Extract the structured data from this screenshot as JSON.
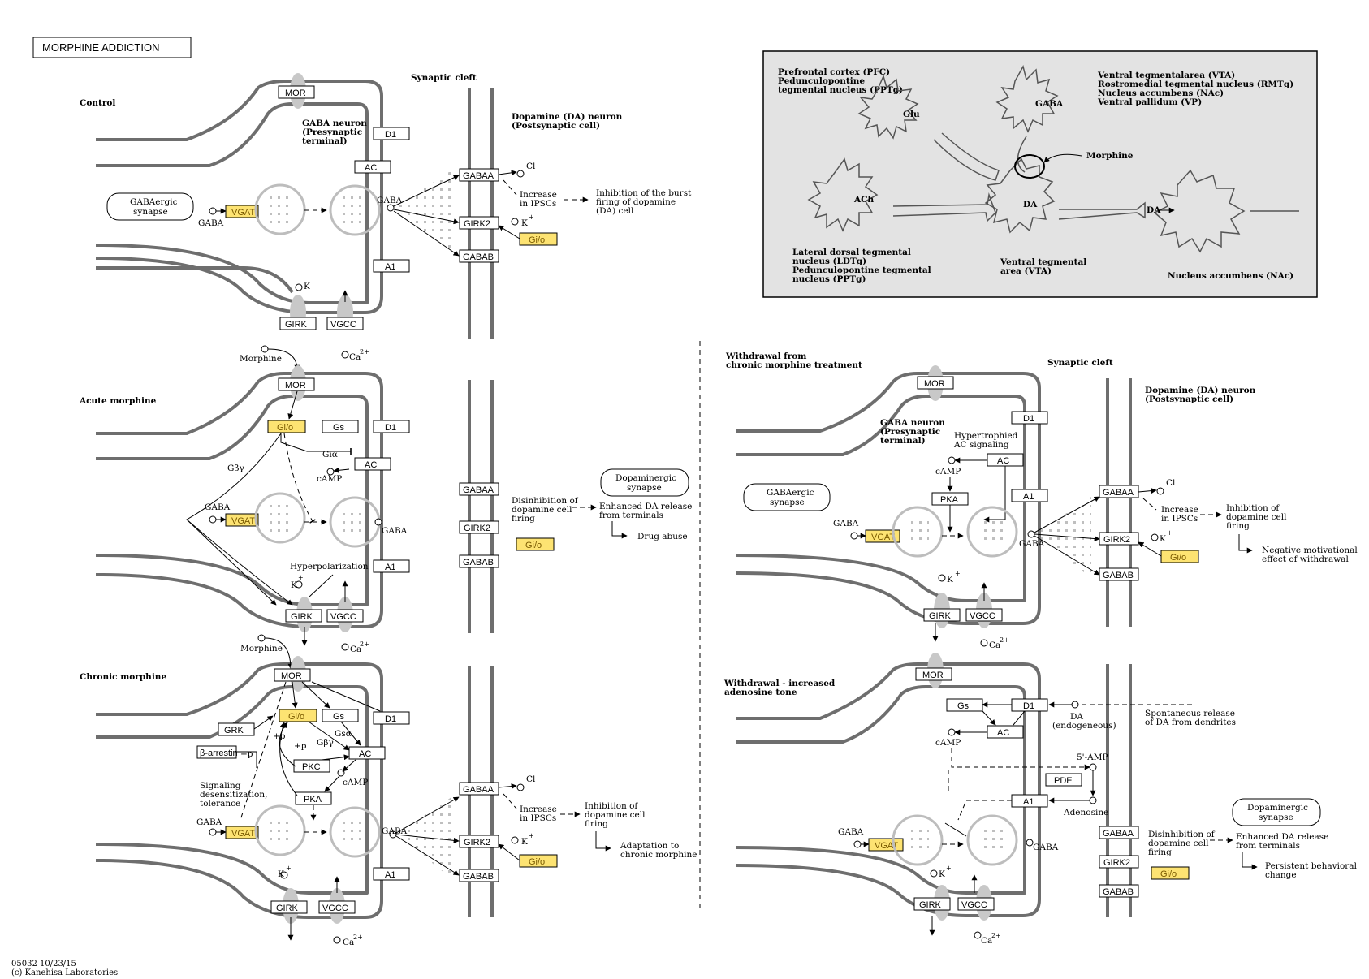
{
  "map_title": "MORPHINE ADDICTION",
  "footer": {
    "map_id": "05032 10/23/15",
    "copyright": "(c) Kanehisa Laboratories"
  },
  "panels": {
    "control": "Control",
    "acute": "Acute morphine",
    "chronic": "Chronic morphine",
    "withdrawal": "Withdrawal from\nchronic morphine treatment",
    "withdrawal_line1": "Withdrawal from",
    "withdrawal_line2": "chronic morphine treatment",
    "adenosine_line1": "Withdrawal - increased",
    "adenosine_line2": "adenosine tone"
  },
  "labels": {
    "synaptic_cleft": "Synaptic cleft",
    "gaba_neuron_1": "GABA neuron",
    "gaba_neuron_2": "(Presynaptic",
    "gaba_neuron_3": "terminal)",
    "da_neuron_1": "Dopamine (DA) neuron",
    "da_neuron_2": "(Postsynaptic cell)",
    "gabaergic_1": "GABAergic",
    "gabaergic_2": "synapse",
    "dopaminergic_1": "Dopaminergic",
    "dopaminergic_2": "synapse",
    "gaba": "GABA",
    "morphine": "Morphine",
    "k_plus": "K",
    "ca": "Ca",
    "cl_minus": "Cl",
    "increase_1": "Increase",
    "increase_2": "in IPSCs",
    "inhib_1": "Inhibition of the burst",
    "inhib_2": "firing of dopamine",
    "inhib_3": "(DA) cell",
    "inhib_b1": "Inhibition of",
    "inhib_b2": "dopamine cell",
    "inhib_b3": "firing",
    "disinhib_1": "Disinhibition of",
    "disinhib_2": "dopamine cell",
    "disinhib_3": "firing",
    "enhanced_1": "Enhanced DA release",
    "enhanced_2": "from terminals",
    "drug_abuse": "Drug abuse",
    "adapt_1": "Adaptation to",
    "adapt_2": "chronic morphine",
    "neg_1": "Negative motivational",
    "neg_2": "effect of withdrawal",
    "persist_1": "Persistent behavioral",
    "persist_2": "change",
    "hyperpolarization": "Hyperpolarization",
    "gbg": "Gβγ",
    "gia": "Giα",
    "gsa": "Gsα",
    "camp": "cAMP",
    "plus_p": "+p",
    "signal_1": "Signaling",
    "signal_2": "desensitization,",
    "signal_3": "tolerance",
    "hyper_1": "Hypertrophied",
    "hyper_2": "AC signaling",
    "spont_1": "Spontaneous release",
    "spont_2": "of DA from dendrites",
    "da_endo_1": "DA",
    "da_endo_2": "(endogeneous)",
    "five_amp": "5'-AMP",
    "adenosine": "Adenosine",
    "da": "DA"
  },
  "genes": {
    "mor": "MOR",
    "d1": "D1",
    "ac": "AC",
    "a1": "A1",
    "girk": "GIRK",
    "vgcc": "VGCC",
    "vgat": "VGAT",
    "gio": "Gi/o",
    "gs": "Gs",
    "gabaa": "GABAA",
    "gabab": "GABAB",
    "girk2": "GIRK2",
    "grk": "GRK",
    "barrestin": "β-arrestin",
    "pkc": "PKC",
    "pka": "PKA",
    "pde": "PDE"
  },
  "inset": {
    "pfc_1": "Prefrontal cortex (PFC)",
    "pfc_2": "Pedunculopontine",
    "pfc_3": "tegmental nucleus (PPTg)",
    "vta_1": "Ventral tegmentalarea (VTA)",
    "vta_2": "Rostromedial tegmental nucleus (RMTg)",
    "vta_3": "Nucleus accumbens (NAc)",
    "vta_4": "Ventral pallidum (VP)",
    "glu": "Glu",
    "gaba": "GABA",
    "ach": "ACh",
    "da": "DA",
    "morphine": "Morphine",
    "ldtg_1": "Lateral dorsal tegmental",
    "ldtg_2": "nucleus (LDTg)",
    "ldtg_3": "Pedunculopontine tegmental",
    "ldtg_4": "nucleus (PPTg)",
    "vta_b1": "Ventral tegmental",
    "vta_b2": "area (VTA)",
    "nac": "Nucleus accumbens (NAc)"
  },
  "colors": {
    "highlight": "#fde372",
    "membrane": "#6e6e6e",
    "inset_bg": "#e3e3e3"
  }
}
